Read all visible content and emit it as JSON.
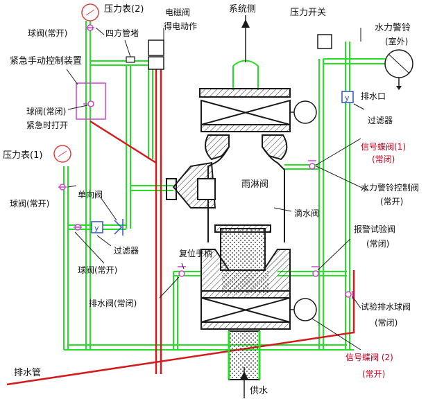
{
  "labels": {
    "pressure_gauge_2": "压力表(2)",
    "ball_valve_open_top": "球阀(常开)",
    "four_way_plug": "四方管堵",
    "solenoid_valve_1": "电磁阀",
    "solenoid_valve_2": "得电动作",
    "system_side": "系统侧",
    "pressure_switch": "压力开关",
    "water_bell_1": "水力警铃",
    "water_bell_2": "(室外)",
    "emergency_manual": "紧急手动控制装置",
    "ball_valve_closed_1": "球阀(常闭)",
    "ball_valve_closed_2": "紧急时打开",
    "drain_outlet": "排水口",
    "filter_right": "过滤器",
    "signal_butterfly_1": "信号蝶阀(1)",
    "signal_butterfly_1_state": "(常闭)",
    "pressure_gauge_1": "压力表(1)",
    "deluge_valve": "雨淋阀",
    "bell_control_valve": "水力警铃控制阀",
    "bell_control_state": "(常开)",
    "ball_valve_open_left": "球阀(常开)",
    "check_valve": "单向阀",
    "drip_valve": "滴水阀",
    "alarm_test_valve": "报警试验阀",
    "alarm_test_state": "(常闭)",
    "filter_left": "过滤器",
    "reset_handle": "复位手柄",
    "ball_valve_open_bottom": "球阀(常开)",
    "drain_valve_closed": "排水阀(常闭)",
    "test_drain_ball": "试验排水球阀",
    "test_drain_state": "(常闭)",
    "signal_butterfly_2": "信号蝶阀 (2)",
    "signal_butterfly_2_state": "(常开)",
    "drain_pipe": "排水管",
    "water_supply": "供水",
    "filter_symbol": "y"
  },
  "colors": {
    "green_pipe": "#22e022",
    "red_pipe": "#d41a1a",
    "outline": "#1a1a1a",
    "valve_pink": "#cc44cc",
    "filter_blue": "#2a4fd0",
    "gauge_red": "#e04040"
  }
}
